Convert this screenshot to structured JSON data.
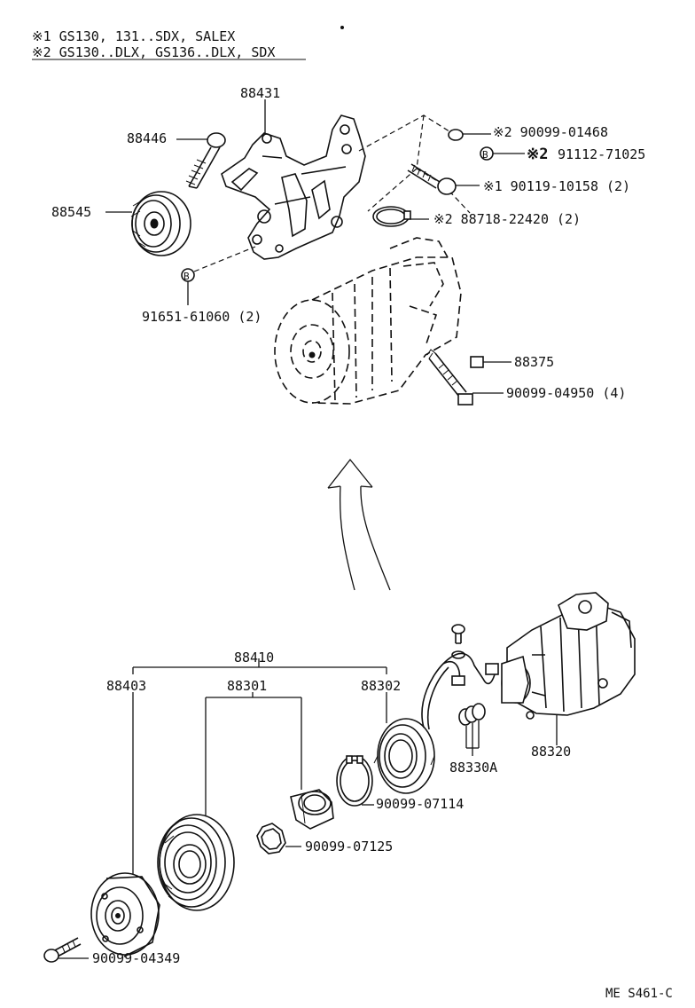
{
  "header": {
    "line1": "※1 GS130, 131..SDX, SALEX",
    "line2": "※2 GS130..DLX, GS136..DLX, SDX"
  },
  "labels": {
    "p88431": "88431",
    "p88446": "88446",
    "p88545": "88545",
    "p91651": "91651-61060 (2)",
    "p90099_0146": "※2  90099-01468",
    "p91112_mark": "※2",
    "p91112": "91112-71025",
    "p90119": "※1  90119-10158 (2)",
    "p88718": "※2  88718-22420 (2)",
    "p88375": "88375",
    "p90099_04950": "90099-04950 (4)",
    "p88410": "88410",
    "p88403": "88403",
    "p88301": "88301",
    "p88302": "88302",
    "p88320": "88320",
    "p88330A": "88330A",
    "p90099_07114": "90099-07114",
    "p90099_07125": "90099-07125",
    "p90099_04349": "90099-04349",
    "b_marker": "B"
  },
  "footer": {
    "code": "ME S461-C"
  }
}
